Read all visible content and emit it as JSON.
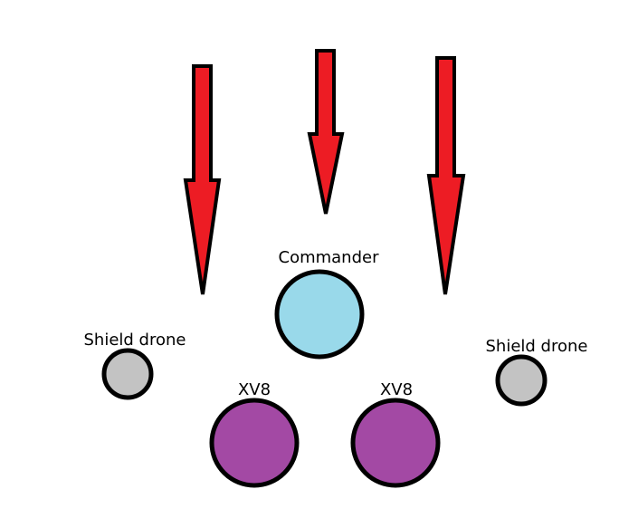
{
  "colors": {
    "arrow": "#ed1c24",
    "commander": "#99d9ea",
    "drone": "#c3c3c3",
    "battlesuit": "#a349a4",
    "outline": "#000000"
  },
  "units": {
    "commander": {
      "label": "Commander"
    },
    "xv8_left": {
      "label": "XV8"
    },
    "xv8_right": {
      "label": "XV8"
    },
    "drone_left": {
      "label": "Shield drone"
    },
    "drone_right": {
      "label": "Shield drone"
    }
  },
  "arrows": [
    {
      "name": "incoming-fire-left",
      "direction": "down"
    },
    {
      "name": "incoming-fire-center",
      "direction": "down"
    },
    {
      "name": "incoming-fire-right",
      "direction": "down"
    }
  ]
}
